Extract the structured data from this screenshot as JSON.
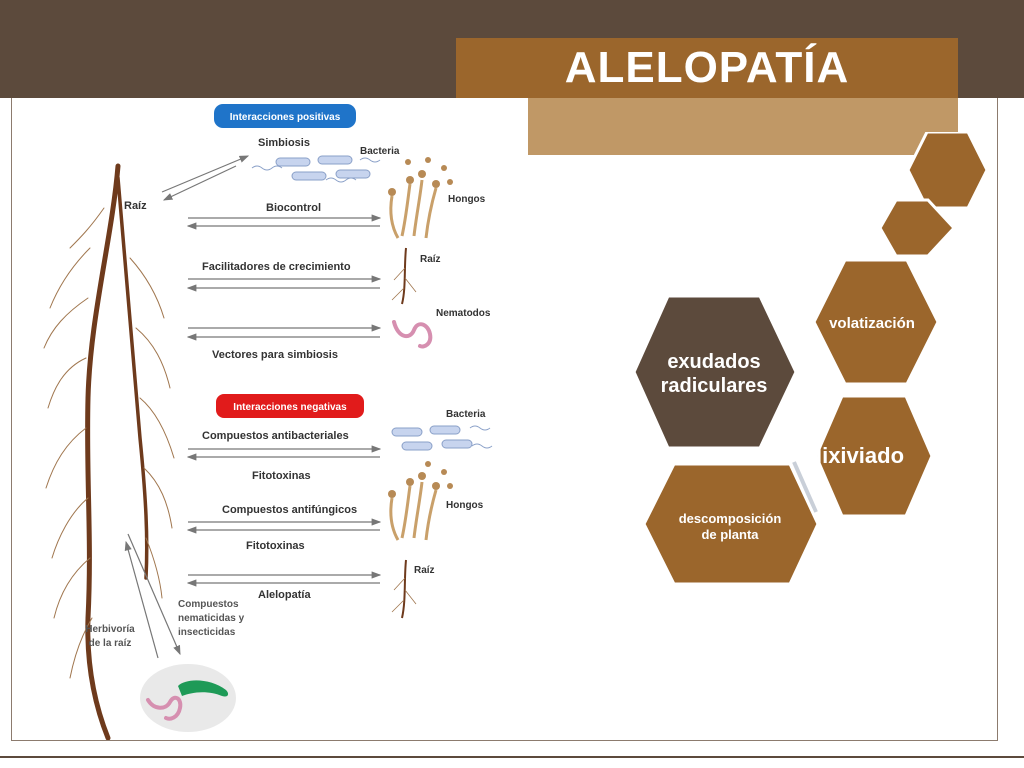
{
  "title": "ALELOPATÍA",
  "colors": {
    "topbar": "#5c4a3c",
    "title_box": "#9b662c",
    "title_band": "#c09866",
    "hex_dark": "#5c4a3c",
    "hex_brown": "#9b662c",
    "pill_positive": "#1f74c9",
    "pill_negative": "#e11b1b",
    "root": "#6e3a1c"
  },
  "diagram": {
    "positive_pill": "Interacciones positivas",
    "negative_pill": "Interacciones negativas",
    "root_label": "Raíz",
    "positive": {
      "simbiosis": "Simbiosis",
      "biocontrol": "Biocontrol",
      "facilitadores": "Facilitadores de crecimiento",
      "vectores": "Vectores para simbiosis"
    },
    "negative": {
      "antibacteriales": "Compuestos antibacteriales",
      "fitotoxinas_1": "Fitotoxinas",
      "antifungicos": "Compuestos antifúngicos",
      "fitotoxinas_2": "Fitotoxinas",
      "alelopatia": "Alelopatía"
    },
    "organisms": {
      "bacteria_1": "Bacteria",
      "hongos_1": "Hongos",
      "raiz_1": "Raíz",
      "nematodos": "Nematodos",
      "bacteria_2": "Bacteria",
      "hongos_2": "Hongos",
      "raiz_2": "Raíz"
    },
    "bottom": {
      "compuestos": [
        "Compuestos",
        "nematicidas y",
        "insecticidas"
      ],
      "herbivoria": [
        "Herbivoría",
        "de la raíz"
      ]
    }
  },
  "hexes": {
    "exudados": [
      "exudados",
      "radiculares"
    ],
    "volatizacion": "volatización",
    "lixiviado": "lixiviado",
    "descomposicion": [
      "descomposición",
      "de planta"
    ]
  }
}
